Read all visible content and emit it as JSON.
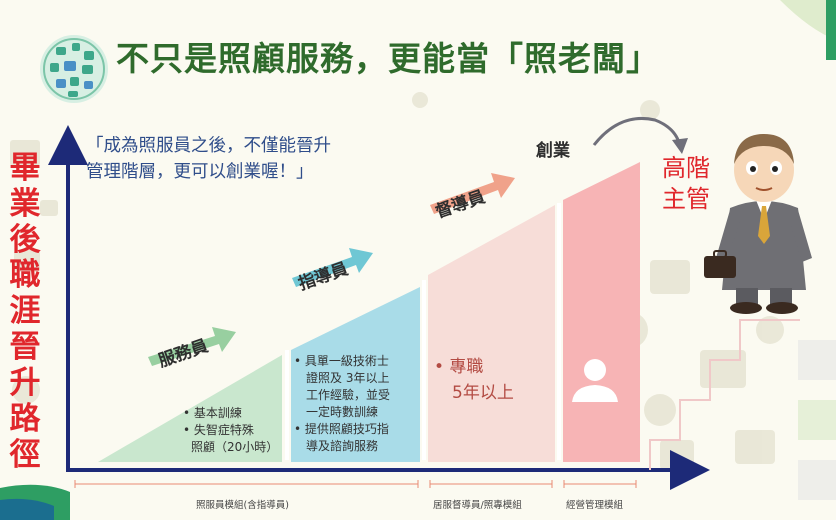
{
  "title": "不只是照顧服務，更能當「照老闆」",
  "left_label": {
    "line1": [
      "畢",
      "業",
      "後"
    ],
    "line2": [
      "職",
      "涯",
      "晉",
      "升",
      "路",
      "徑"
    ]
  },
  "quote": {
    "line1": "「成為照服員之後，不僅能晉升",
    "line2": "管理階層，更可以創業喔！」"
  },
  "stages": [
    {
      "tag": "服務員",
      "bullets": [
        "• 基本訓練",
        "• 失智症特殊",
        "照顧（20小時）"
      ]
    },
    {
      "tag": "指導員",
      "bullets": [
        "• 具單一級技術士",
        "證照及 3年以上",
        "工作經驗，並受",
        "一定時數訓練",
        "• 提供照顧技巧指",
        "導及諮詢服務"
      ]
    },
    {
      "tag": "督導員",
      "bullets": [
        "• 專職",
        "5年以上"
      ]
    },
    {
      "tag": "創業"
    }
  ],
  "boss_label": {
    "line1": "高階",
    "line2": "主管"
  },
  "x_axis_labels": [
    "照服員模組(含指導員)",
    "居服督導員/照專模組",
    "經營管理模組"
  ],
  "colors": {
    "title": "#2f6b2c",
    "red": "#e0272c",
    "quote": "#2f4d8a",
    "green": "#c9e7ce",
    "blue": "#a9dce8",
    "pink": "#f7ddd8",
    "pinkDeep": "#f7b4b5",
    "axis": "#1d2a78"
  }
}
